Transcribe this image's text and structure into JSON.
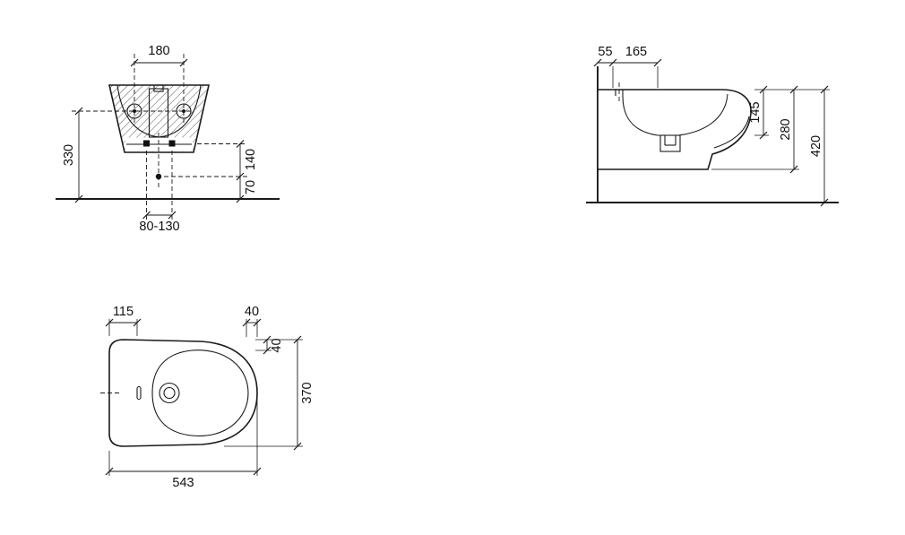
{
  "drawing": {
    "subject": "wall-hung bidet technical dimension drawing",
    "line_color": "#1a1a1a",
    "background_color": "#ffffff",
    "views": [
      "front elevation",
      "side section",
      "plan"
    ]
  },
  "front_view": {
    "dim_fixing_centres": "180",
    "dim_fixing_height": "330",
    "dim_upper_right": "140",
    "dim_lower_right": "70",
    "dim_drain_range": "80-130"
  },
  "side_view": {
    "dim_wall_offset": "55",
    "dim_tap_offset": "165",
    "dim_bowl_depth": "145",
    "dim_body_height": "280",
    "dim_total_height": "420"
  },
  "plan_view": {
    "dim_tap_from_back": "115",
    "dim_front_rim": "40",
    "dim_side_rim": "40",
    "dim_width": "370",
    "dim_depth": "543"
  }
}
